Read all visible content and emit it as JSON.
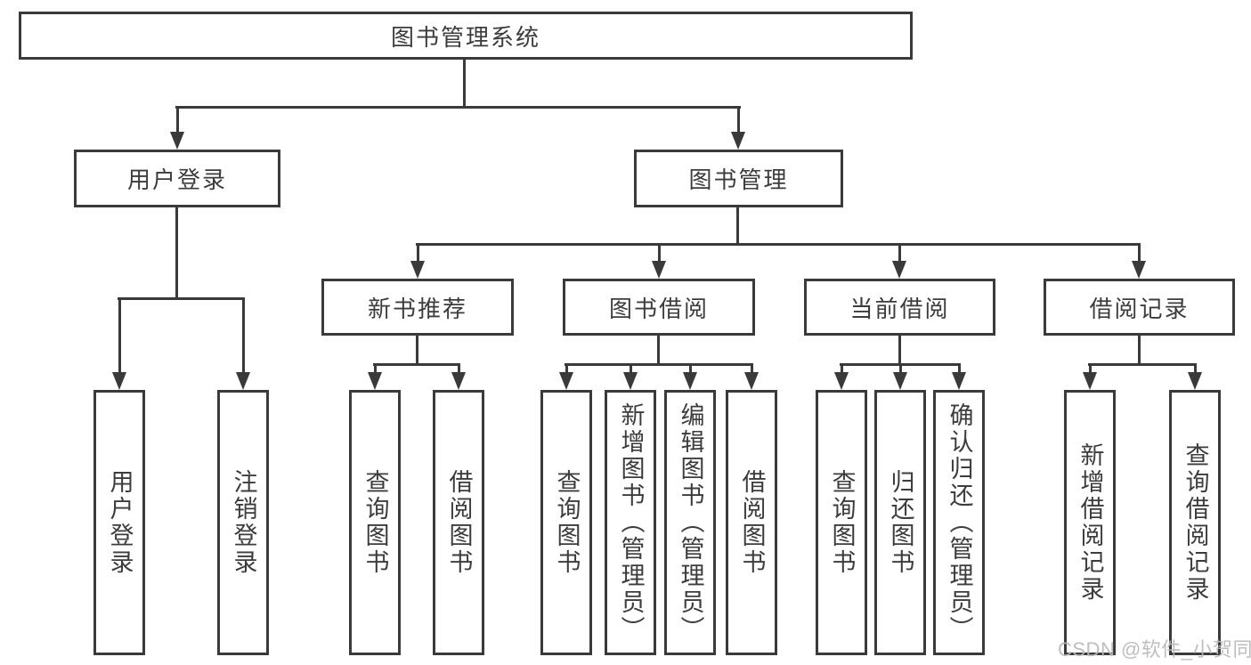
{
  "diagram": {
    "type": "hierarchy-tree",
    "colors": {
      "line": "#3a3a3a",
      "box_border": "#3a3a3a",
      "text": "#3c3c3c",
      "background": "#ffffff",
      "watermark": "#b9b9b9"
    },
    "tree": {
      "root": {
        "label": "图书管理系统"
      },
      "branches": [
        {
          "label": "用户登录",
          "children": [
            {
              "label": "用户登录"
            },
            {
              "label": "注销登录"
            }
          ]
        },
        {
          "label": "图书管理",
          "children": [
            {
              "label": "新书推荐",
              "children": [
                {
                  "label": "查询图书"
                },
                {
                  "label": "借阅图书"
                }
              ]
            },
            {
              "label": "图书借阅",
              "children": [
                {
                  "label": "查询图书"
                },
                {
                  "label": "新增图书（管理员）"
                },
                {
                  "label": "编辑图书（管理员）"
                },
                {
                  "label": "借阅图书"
                }
              ]
            },
            {
              "label": "当前借阅",
              "children": [
                {
                  "label": "查询图书"
                },
                {
                  "label": "归还图书"
                },
                {
                  "label": "确认归还（管理员）"
                }
              ]
            },
            {
              "label": "借阅记录",
              "children": [
                {
                  "label": "新增借阅记录"
                },
                {
                  "label": "查询借阅记录"
                }
              ]
            }
          ]
        }
      ]
    },
    "watermark": {
      "text": "CSDN @软件_小贺同学"
    }
  }
}
